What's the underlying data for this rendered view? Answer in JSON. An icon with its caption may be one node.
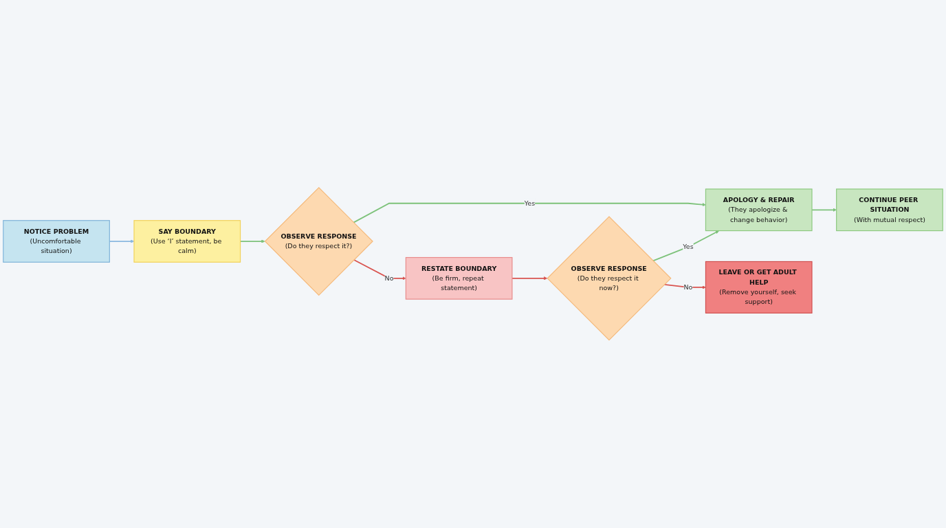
{
  "diagram": {
    "nodes": [
      {
        "text": [
          "NOTICE PROBLEM",
          "(Uncomfortable situation)"
        ]
      },
      {
        "text": [
          "SAY BOUNDARY",
          "(Use ‘I’ statement, be calm)"
        ]
      },
      {
        "text": [
          "OBSERVE RESPONSE",
          "(Do they respect it?)"
        ]
      },
      {
        "text": [
          "APOLOGY & REPAIR",
          "(They apologize & change behavior)"
        ]
      },
      {
        "text": [
          "CONTINUE PEER SITUATION",
          "(With mutual respect)"
        ]
      },
      {
        "text": [
          "RESTATE BOUNDARY",
          "(Be firm, repeat statement)"
        ]
      },
      {
        "text": [
          "OBSERVE RESPONSE",
          "(Do they respect it now?)"
        ]
      },
      {
        "text": [
          "LEAVE OR GET ADULT HELP",
          "(Remove yourself, seek support)"
        ]
      }
    ],
    "edges": [
      {
        "from": 0,
        "to": 1,
        "arrow": "to",
        "color": "#8ab8e0"
      },
      {
        "from": 1,
        "to": 2,
        "arrow": "to"
      },
      {
        "from": 2,
        "to": 3,
        "arrow": "to",
        "label": "Yes"
      },
      {
        "from": 3,
        "to": 4,
        "arrow": "to"
      },
      {
        "from": 2,
        "to": 5,
        "arrow": "to",
        "label": "No",
        "color": "#d9534f"
      },
      {
        "from": 5,
        "to": 6,
        "arrow": "to",
        "color": "#d9534f"
      },
      {
        "from": 6,
        "to": 3,
        "arrow": "to",
        "label": "Yes"
      },
      {
        "from": 6,
        "to": 7,
        "arrow": "to",
        "label": "No",
        "color": "#d9534f"
      }
    ]
  }
}
